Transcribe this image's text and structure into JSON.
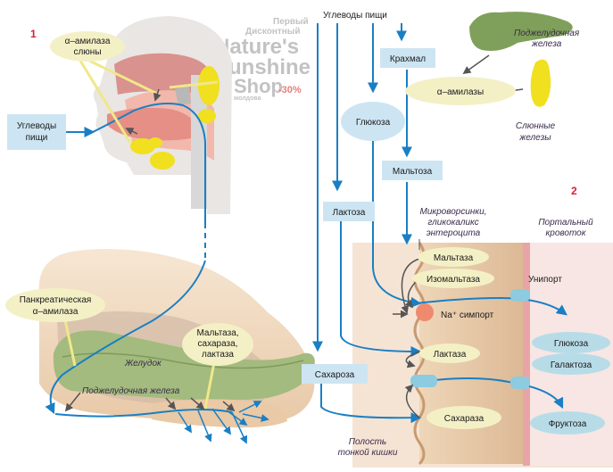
{
  "panel_numbers": {
    "left": "1",
    "right": "2"
  },
  "watermark": {
    "line1": "Первый",
    "line2": "Дисконтный",
    "line3": "Nature's",
    "line4": "Sunshine",
    "line5": "Shop",
    "badge": "-30%",
    "footer": "молдова"
  },
  "left_panel": {
    "salivary_amylase": [
      "α–амилаза",
      "слюны"
    ],
    "food_carbs": [
      "Углеводы",
      "пищи"
    ],
    "pancreatic_amylase": [
      "Панкреатическая",
      "α–амилаза"
    ],
    "brush_enzymes": [
      "Мальтаза,",
      "сахараза,",
      "лактаза"
    ],
    "stomach": "Желудок",
    "pancreas": "Поджелудочная железа"
  },
  "right_panel": {
    "food_carbs": "Углеводы пищи",
    "starch": "Крахмал",
    "pancreas": [
      "Поджелудочная",
      "железа"
    ],
    "alpha_amylases": "α–амилазы",
    "salivary_glands": [
      "Слюнные",
      "железы"
    ],
    "glucose": "Глюкоза",
    "maltose": "Мальтоза",
    "lactose": "Лактоза",
    "microvilli": [
      "Микроворсинки,",
      "гликокаликс",
      "энтероцита"
    ],
    "portal": [
      "Портальный",
      "кровоток"
    ],
    "maltase": "Мальтаза",
    "isomaltase": "Изомальтаза",
    "uniport": "Унипорт",
    "na_symport": "Na⁺ симпорт",
    "lactase": "Лактаза",
    "out_glucose": "Глюкоза",
    "out_galactose": "Галактоза",
    "sucrose": "Сахароза",
    "sucrase": "Сахараза",
    "out_fructose": "Фруктоза",
    "lumen": [
      "Полость",
      "тонкой кишки"
    ]
  },
  "colors": {
    "flow": "#1a7fc4",
    "box": "#cde5f2",
    "label_red": "#d6203a",
    "oval": "#f4f0c6"
  }
}
